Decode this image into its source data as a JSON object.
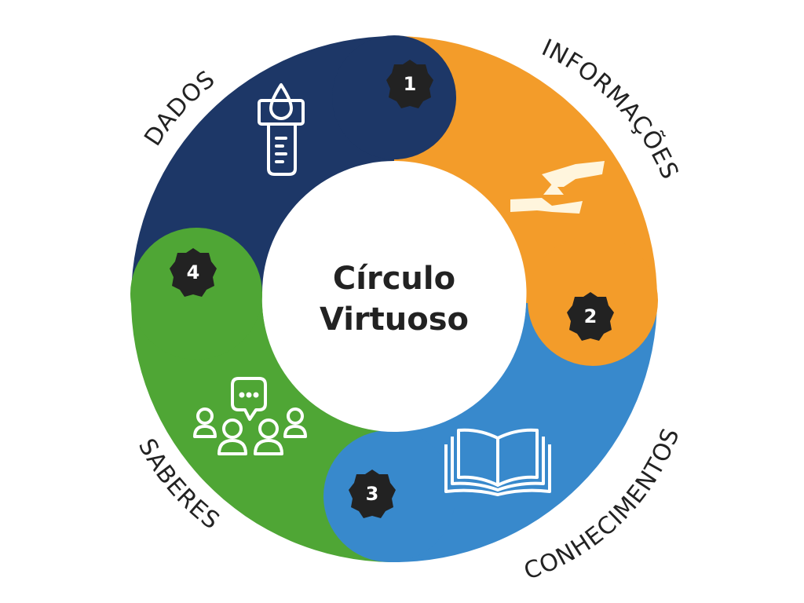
{
  "center": {
    "line1": "Círculo",
    "line2": "Virtuoso"
  },
  "segments": [
    {
      "label": "DADOS",
      "badge": "1",
      "color": "#1d3767",
      "icon": "water-test-tube-icon"
    },
    {
      "label": "INFORMAÇÕES",
      "badge": "2",
      "color": "#f39c2a",
      "icon": "data-transform-icon"
    },
    {
      "label": "CONHECIMENTOS",
      "badge": "3",
      "color": "#3889cc",
      "icon": "open-book-icon"
    },
    {
      "label": "SABERES",
      "badge": "4",
      "color": "#4fa635",
      "icon": "group-discussion-icon"
    }
  ],
  "colors": {
    "badge": "#222222",
    "icon_stroke": "#ffffff",
    "icon_fill": "#fff5dd",
    "text": "#222222"
  }
}
